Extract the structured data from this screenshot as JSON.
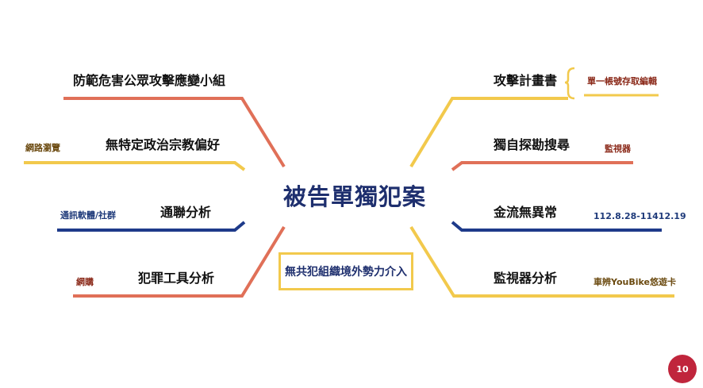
{
  "center_title": "被告單獨犯案",
  "center_sub": "無共犯組織境外勢力介入",
  "left_branches": [
    {
      "label": "防範危害公眾攻擊應變小組",
      "note": "",
      "color": "#e07058"
    },
    {
      "label": "無特定政治宗教偏好",
      "note": "網路瀏覽",
      "color": "#f2c94c"
    },
    {
      "label": "通聯分析",
      "note": "通訊軟體/社群",
      "color": "#1e3a8a"
    },
    {
      "label": "犯罪工具分析",
      "note": "網購",
      "color": "#e07058"
    }
  ],
  "right_branches": [
    {
      "label": "攻擊計畫書",
      "note": "單一帳號存取編輯",
      "color": "#f2c94c"
    },
    {
      "label": "獨自探勘搜尋",
      "note": "監視器",
      "color": "#e07058"
    },
    {
      "label": "金流無異常",
      "note": "112.8.28-11412.19",
      "color": "#1e3a8a"
    },
    {
      "label": "監視器分析",
      "note": "車辨YouBike悠遊卡",
      "color": "#f2c94c"
    }
  ],
  "page_number": "10"
}
